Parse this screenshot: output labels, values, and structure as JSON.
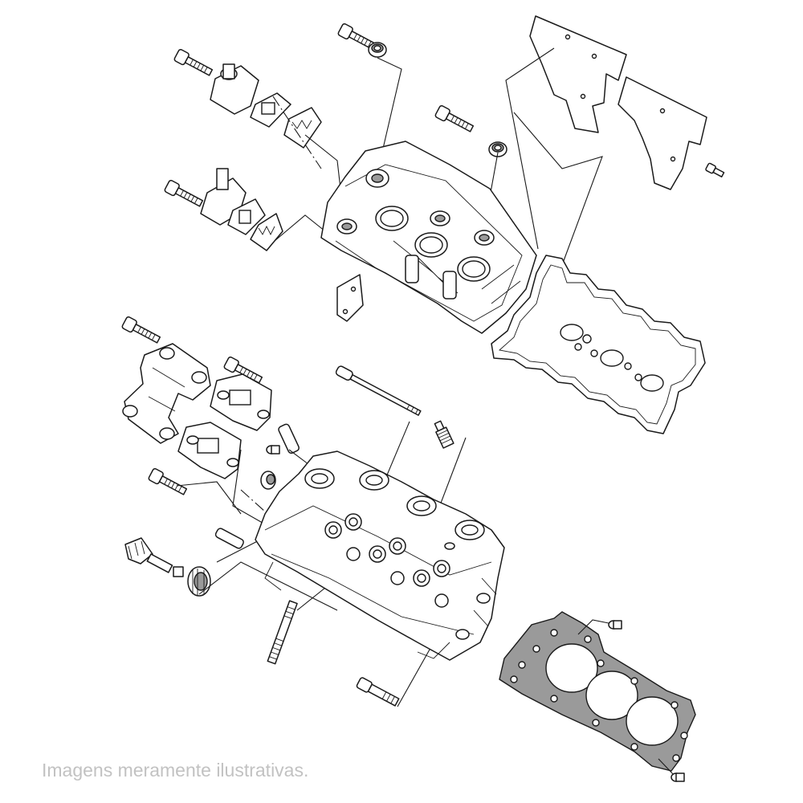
{
  "footer": {
    "disclaimer": "Imagens meramente ilustrativas."
  },
  "colors": {
    "line": "#1a1a1a",
    "gasket_fill": "#9a9a9a",
    "disclaimer_text": "#c2c2c2",
    "background": "#ffffff"
  },
  "parts": [
    "bolt-icon",
    "valve-cover",
    "valve-cover-gasket",
    "cover-bracket",
    "breather-housing",
    "reed-valve",
    "spark-plug-seal",
    "camshaft-cap",
    "cylinder-head",
    "head-gasket",
    "spark-plug",
    "stud-icon",
    "dowel-pin-icon"
  ]
}
